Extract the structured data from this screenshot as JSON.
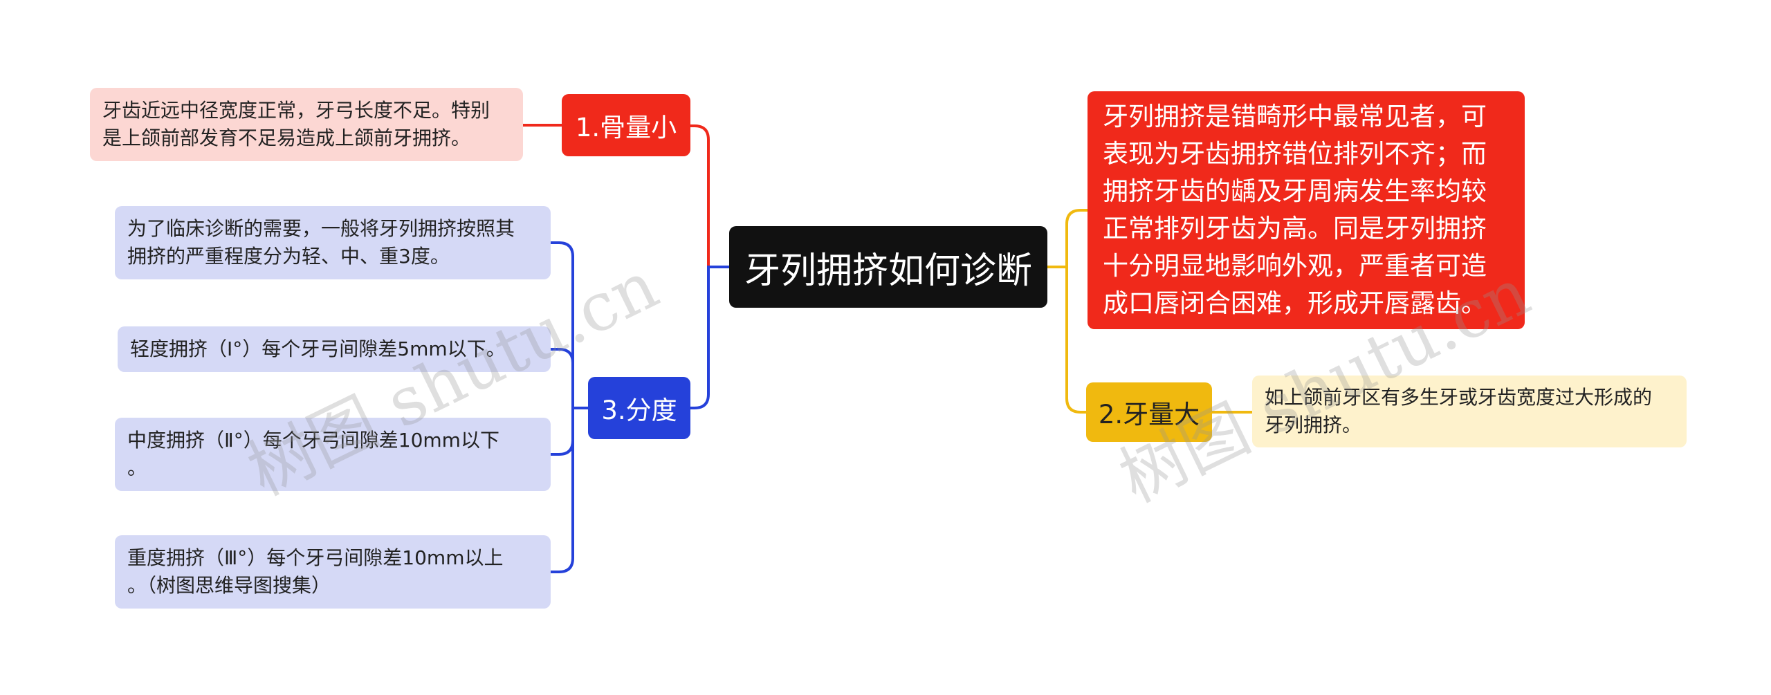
{
  "mindmap": {
    "root": "牙列拥挤如何诊断",
    "branch_bone": {
      "label": "1.骨量小",
      "detail": "牙齿近远中径宽度正常，牙弓长度不足。特别\n是上颌前部发育不足易造成上颌前牙拥挤。"
    },
    "branch_grade": {
      "label": "3.分度",
      "items": [
        "为了临床诊断的需要，一般将牙列拥挤按照其\n拥挤的严重程度分为轻、中、重3度。",
        "轻度拥挤（Ⅰ°）每个牙弓间隙差5mm以下。",
        "中度拥挤（Ⅱ°）每个牙弓间隙差10mm以下\n。",
        "重度拥挤（Ⅲ°）每个牙弓间隙差10mm以上\n。（树图思维导图搜集）"
      ]
    },
    "overview": "牙列拥挤是错畸形中最常见者，可\n表现为牙齿拥挤错位排列不齐；而\n拥挤牙齿的龋及牙周病发生率均较\n正常排列牙齿为高。同是牙列拥挤\n十分明显地影响外观，严重者可造\n成口唇闭合困难，形成开唇露齿。",
    "branch_tooth": {
      "label": "2.牙量大",
      "detail": "如上颌前牙区有多生牙或牙齿宽度过大形成的\n牙列拥挤。"
    }
  },
  "watermark": "树图 shutu.cn",
  "colors": {
    "root": "#111111",
    "red": "#f0291b",
    "blue": "#2541da",
    "yellow": "#f0b90f",
    "pink_leaf": "#fcd7d3",
    "blue_leaf": "#d5d9f6",
    "yellow_leaf": "#fef2cc"
  }
}
